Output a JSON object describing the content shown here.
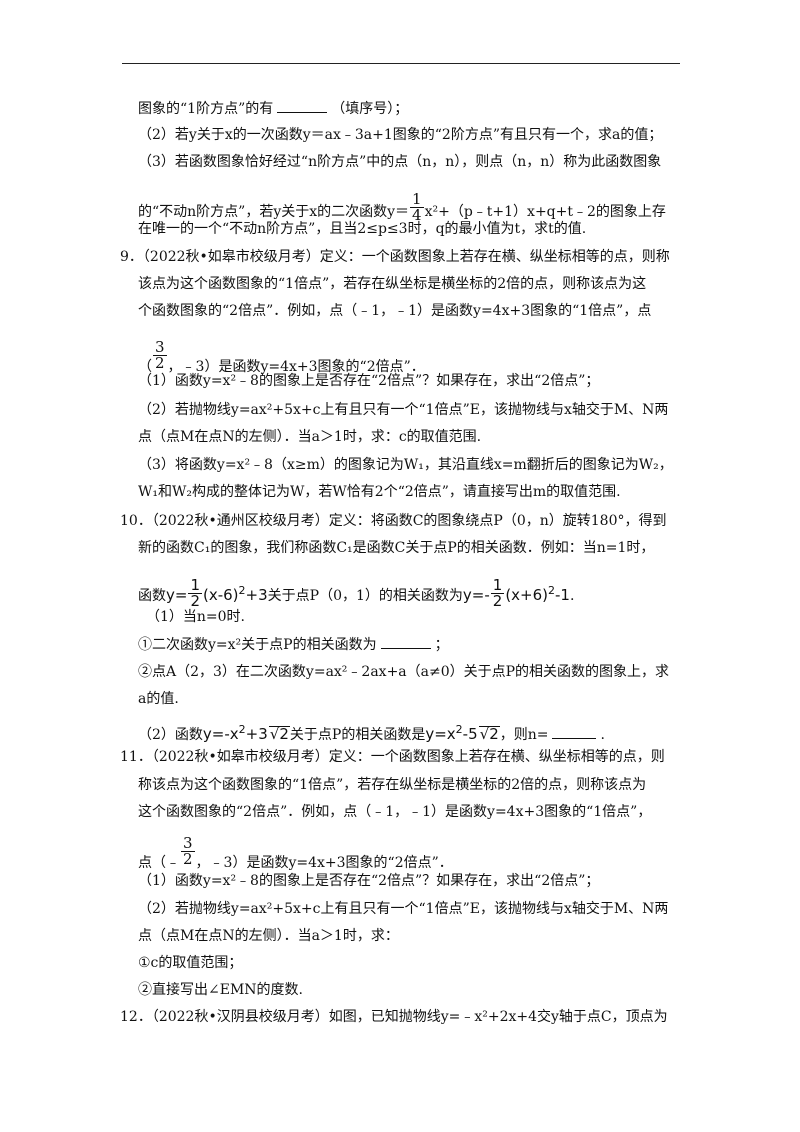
{
  "lines": {
    "l1": "图象的“1阶方点”的有",
    "l1b": "（填序号）；",
    "l2": "（2）若y关于x的一次函数y＝ax﹣3a+1图象的“2阶方点”有且只有一个，求a的值；",
    "l3": "（3）若函数图象恰好经过“n阶方点”中的点（n，n），则点（n，n）称为此函数图象",
    "l4a": "的“不动n阶方点”，若y关于x的二次函数y＝",
    "l4frac_n": "1",
    "l4frac_d": "4",
    "l4b": "x²+（p﹣t+1）x+q+t﹣2的图象上存",
    "l5": "在唯一的一个“不动n阶方点”，且当2≤p≤3时，q的最小值为t，求t的值.",
    "q9_1": "9．（2022秋•如皋市校级月考）定义：一个函数图象上若存在横、纵坐标相等的点，则称",
    "q9_2": "该点为这个函数图象的“1倍点”，若存在纵坐标是横坐标的2倍的点，则称该点为这",
    "q9_3": "个函数图象的“2倍点”．例如，点（﹣1，﹣1）是函数y=4x+3图象的“1倍点”，点",
    "q9_frac_n": "3",
    "q9_frac_d": "2",
    "q9_4a": "（",
    "q9_4b": "，﹣3）是函数y=4x+3图象的“2倍点”．",
    "q9_5": "（1）函数y=x²﹣8的图象上是否存在“2倍点”？如果存在，求出“2倍点”；",
    "q9_6": "（2）若抛物线y=ax²+5x+c上有且只有一个“1倍点”E，该抛物线与x轴交于M、N两",
    "q9_7": "点（点M在点N的左侧）．当a＞1时，求：c的取值范围.",
    "q9_8": "（3）将函数y=x²﹣8（x≥m）的图象记为W₁，其沿直线x=m翻折后的图象记为W₂，",
    "q9_9": "W₁和W₂构成的整体记为W，若W恰有2个“2倍点”，请直接写出m的取值范围.",
    "q10_1": "10．（2022秋•通州区校级月考）定义：将函数C的图象绕点P（0，n）旋转180°，得到",
    "q10_2": "新的函数C₁的图象，我们称函数C₁是函数C关于点P的相关函数．例如：当n=1时，",
    "q10_3a": "函数",
    "q10_3f1a": "y=",
    "q10_3f1_n": "1",
    "q10_3f1_d": "2",
    "q10_3f1b": "(x-6)",
    "q10_3f1c": "+3",
    "q10_3b": "关于点P（0，1）的相关函数为",
    "q10_3f2a": "y=-",
    "q10_3f2_n": "1",
    "q10_3f2_d": "2",
    "q10_3f2b": "(x+6)",
    "q10_3f2c": "-1",
    "q10_3c": ".",
    "q10_4": "（1）当n=0时.",
    "q10_5a": "①二次函数y=x²关于点P的相关函数为",
    "q10_5b": "；",
    "q10_6": "②点A（2，3）在二次函数y=ax²﹣2ax+a（a≠0）关于点P的相关函数的图象上，求",
    "q10_7": "a的值.",
    "q10_8a": "（2）函数",
    "q10_8f1a": "y=-x",
    "q10_8f1b": "+3",
    "q10_8f1c": "2",
    "q10_8b": "关于点P的相关函数是",
    "q10_8f2a": "y=x",
    "q10_8f2b": "-5",
    "q10_8f2c": "2",
    "q10_8c": "，则n=",
    "q10_8d": ".",
    "q11_1": "11．（2022秋•如皋市校级月考）定义：一个函数图象上若存在横、纵坐标相等的点，则",
    "q11_2": "称该点为这个函数图象的“1倍点”，若存在纵坐标是横坐标的2倍的点，则称该点为",
    "q11_3": "这个函数图象的“2倍点”．例如，点（﹣1，﹣1）是函数y=4x+3图象的“1倍点”，",
    "q11_frac_n": "3",
    "q11_frac_d": "2",
    "q11_4a": "点（﹣",
    "q11_4b": "，﹣3）是函数y=4x+3图象的“2倍点”．",
    "q11_5": "（1）函数y=x²﹣8的图象上是否存在“2倍点”？如果存在，求出“2倍点”；",
    "q11_6": "（2）若抛物线y=ax²+5x+c上有且只有一个“1倍点”E，该抛物线与x轴交于M、N两",
    "q11_7": "点（点M在点N的左侧）．当a＞1时，求：",
    "q11_8": "①c的取值范围；",
    "q11_9": "②直接写出∠EMN的度数.",
    "q12_1": "12．（2022秋•汉阴县校级月考）如图，已知抛物线y=﹣x²+2x+4交y轴于点C，顶点为"
  }
}
